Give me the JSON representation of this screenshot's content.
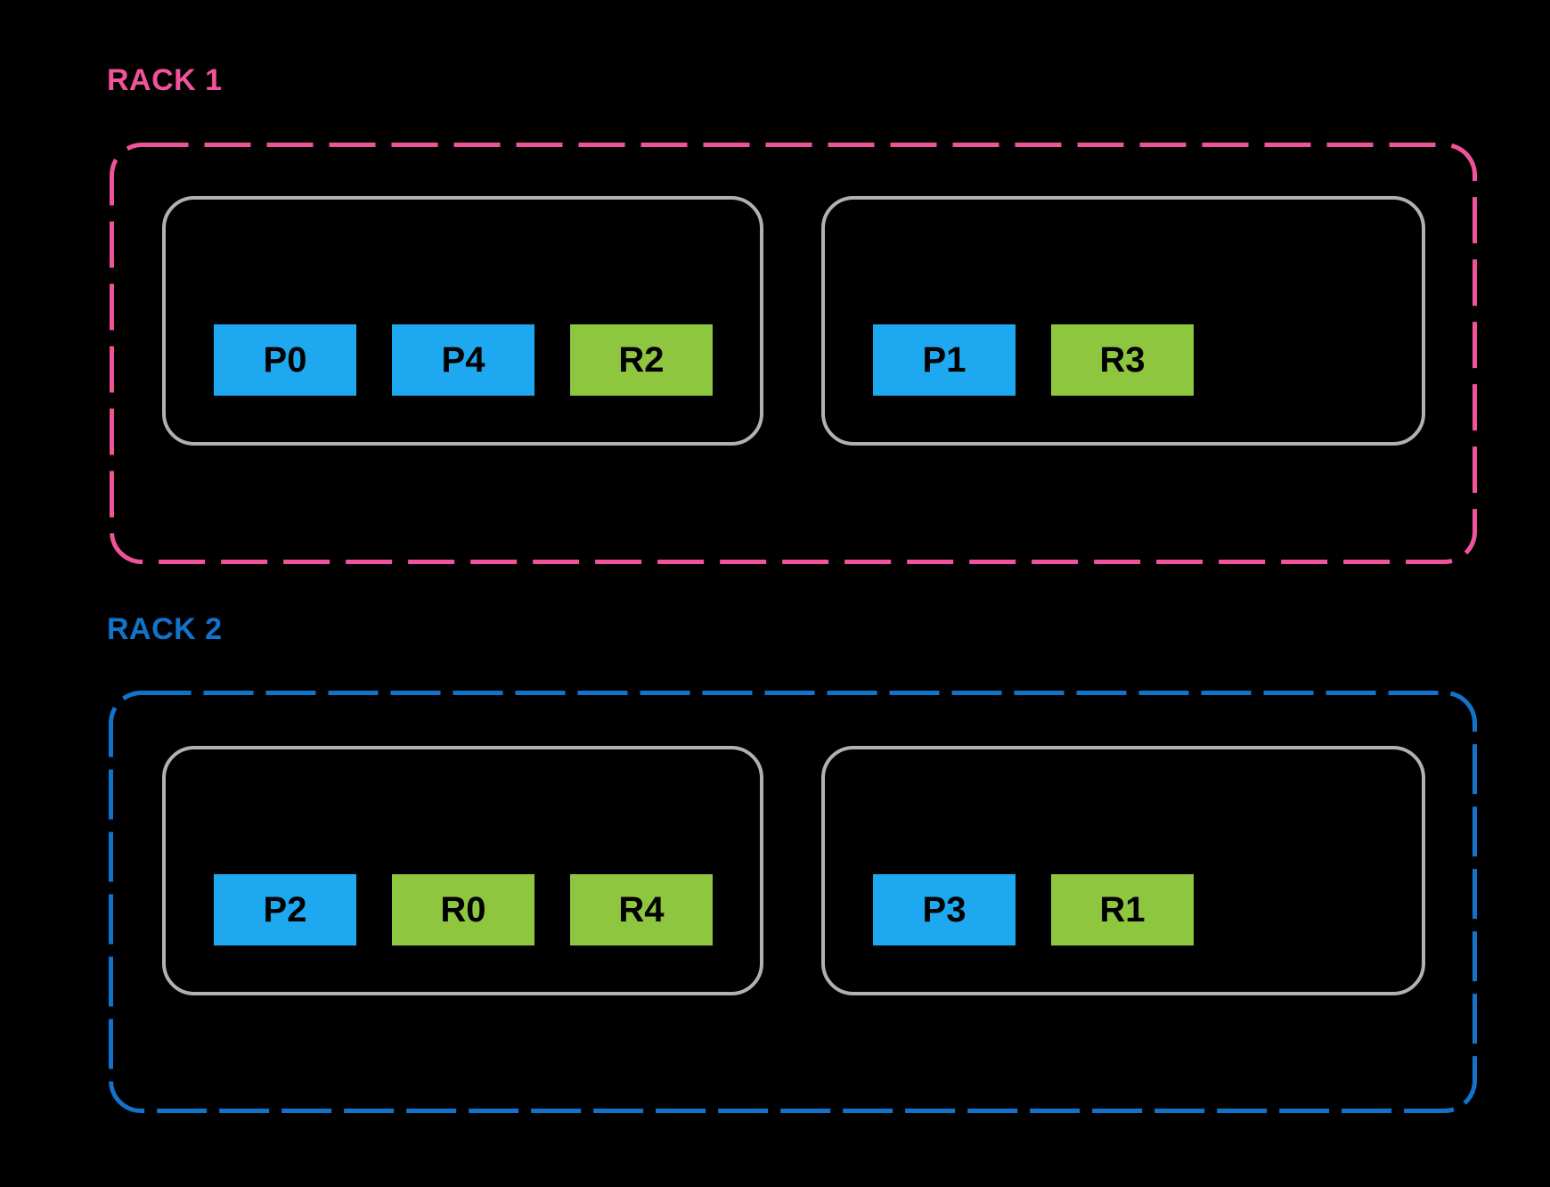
{
  "title": "Rack shard placement diagram",
  "colors": {
    "background": "#000000",
    "rack1_accent": "#F0539B",
    "rack2_accent": "#1273CB",
    "node_border": "#B1B1B1",
    "partition_blue": "#1EA8F0",
    "replica_green": "#8EC63F",
    "box_text": "#000000"
  },
  "racks": [
    {
      "label": "RACK 1",
      "accent": "#F0539B",
      "nodes": [
        {
          "slots": [
            {
              "label": "P0",
              "type": "primary"
            },
            {
              "label": "P4",
              "type": "primary"
            },
            {
              "label": "R2",
              "type": "replica"
            }
          ]
        },
        {
          "slots": [
            {
              "label": "P1",
              "type": "primary"
            },
            {
              "label": "R3",
              "type": "replica"
            }
          ]
        }
      ]
    },
    {
      "label": "RACK 2",
      "accent": "#1273CB",
      "nodes": [
        {
          "slots": [
            {
              "label": "P2",
              "type": "primary"
            },
            {
              "label": "R0",
              "type": "replica"
            },
            {
              "label": "R4",
              "type": "replica"
            }
          ]
        },
        {
          "slots": [
            {
              "label": "P3",
              "type": "primary"
            },
            {
              "label": "R1",
              "type": "replica"
            }
          ]
        }
      ]
    }
  ]
}
